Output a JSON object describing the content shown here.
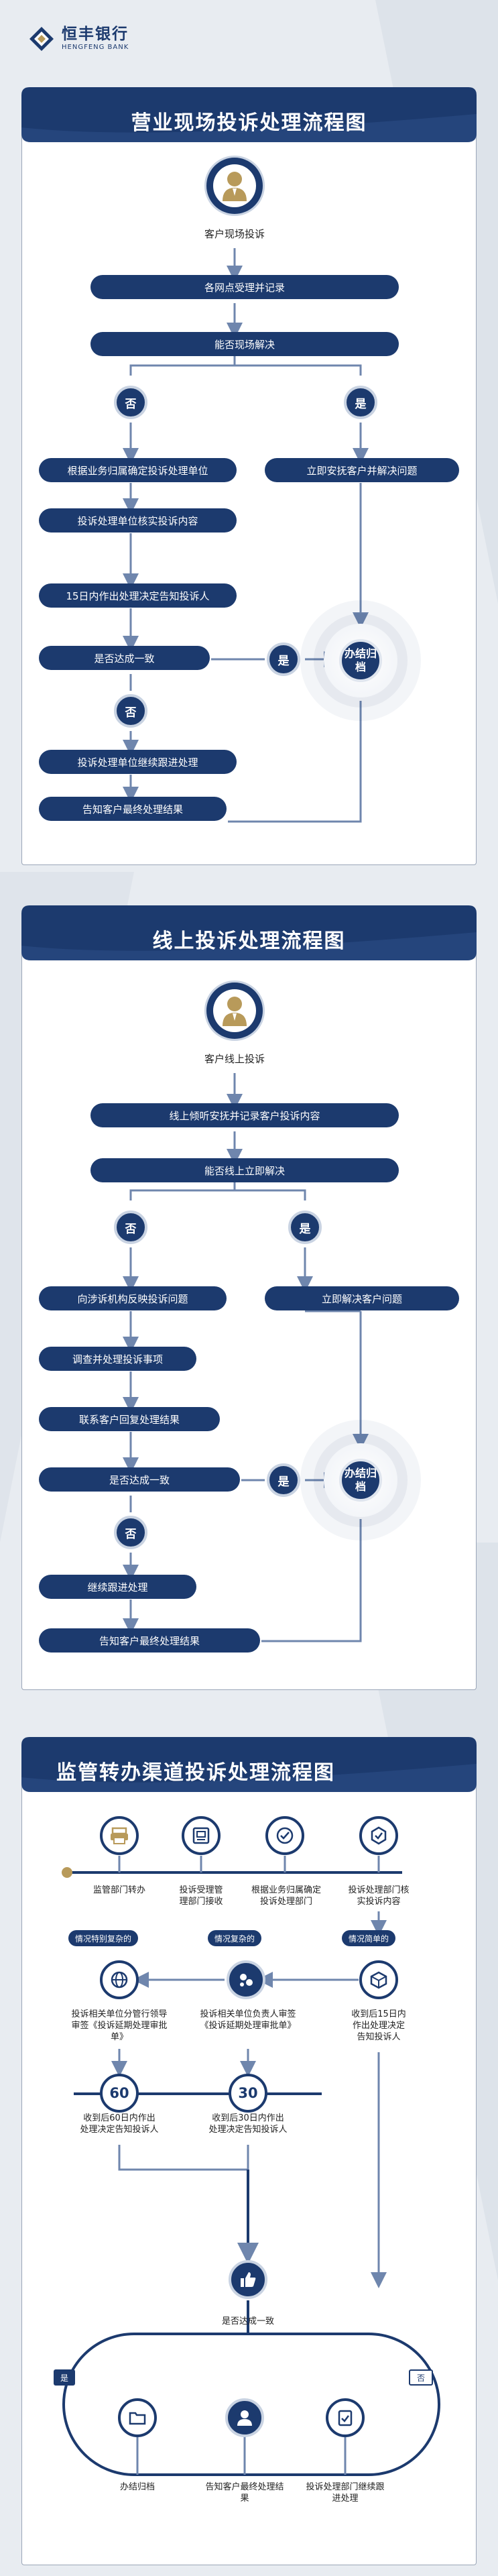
{
  "brand": {
    "name_cn": "恒丰银行",
    "name_en": "HENGFENG BANK",
    "color": "#1c3a6e"
  },
  "section1": {
    "title": "营业现场投诉处理流程图",
    "start": "客户现场投诉",
    "step1": "各网点受理并记录",
    "step2": "能否现场解决",
    "no": "否",
    "yes": "是",
    "left1": "根据业务归属确定投诉处理单位",
    "right1": "立即安抚客户并解决问题",
    "left2": "投诉处理单位核实投诉内容",
    "left3": "15日内作出处理决定告知投诉人",
    "left4": "是否达成一致",
    "yes2": "是",
    "no2": "否",
    "node": "办结归档",
    "left5": "投诉处理单位继续跟进处理",
    "left6": "告知客户最终处理结果"
  },
  "section2": {
    "title": "线上投诉处理流程图",
    "start": "客户线上投诉",
    "step1": "线上倾听安抚并记录客户投诉内容",
    "step2": "能否线上立即解决",
    "no": "否",
    "yes": "是",
    "left1": "向涉诉机构反映投诉问题",
    "right1": "立即解决客户问题",
    "left2": "调查并处理投诉事项",
    "left3": "联系客户回复处理结果",
    "left4": "是否达成一致",
    "yes2": "是",
    "no2": "否",
    "node": "办结归档",
    "left5": "继续跟进处理",
    "left6": "告知客户最终处理结果"
  },
  "section3": {
    "title": "监管转办渠道投诉处理流程图",
    "top": [
      "监管部门转办",
      "投诉受理管理部门接收",
      "根据业务归属确定投诉处理部门",
      "投诉处理部门核实投诉内容"
    ],
    "tags": [
      "情况特别复杂的",
      "情况复杂的",
      "情况简单的"
    ],
    "mid": [
      "投诉相关单位分管行领导审签《投诉延期处理审批单》",
      "投诉相关单位负责人审签《投诉延期处理审批单》",
      "收到后15日内作出处理决定告知投诉人"
    ],
    "nums": [
      "60",
      "30"
    ],
    "low": [
      "收到后60日内作出处理决定告知投诉人",
      "收到后30日内作出处理决定告知投诉人"
    ],
    "agree": "是否达成一致",
    "yes": "是",
    "no": "否",
    "bottom": [
      "办结归档",
      "告知客户最终处理结果",
      "投诉处理部门继续跟进处理"
    ]
  }
}
